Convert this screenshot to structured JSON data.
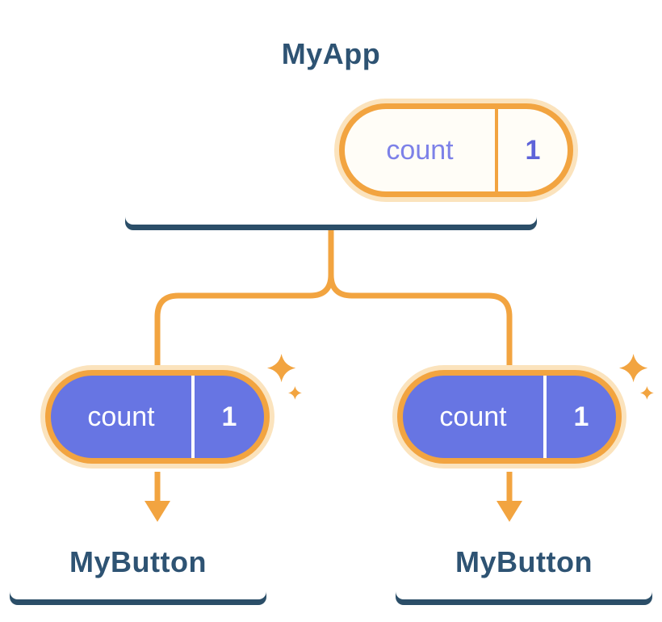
{
  "colors": {
    "connector_orange": "#F2A440",
    "pill_glow": "#FBE3BD",
    "pill_purple": "#6775E3",
    "state_label_purple": "#7D81E8",
    "state_value_purple": "#5E63D9",
    "card_title_navy": "#2E5373",
    "card_edge_navy": "#2B4E68",
    "card_background": "#FFFFFF"
  },
  "root": {
    "title": "MyApp",
    "state_pill": {
      "label": "count",
      "value": "1"
    }
  },
  "children": [
    {
      "pill": {
        "label": "count",
        "value": "1"
      },
      "title": "MyButton"
    },
    {
      "pill": {
        "label": "count",
        "value": "1"
      },
      "title": "MyButton"
    }
  ]
}
